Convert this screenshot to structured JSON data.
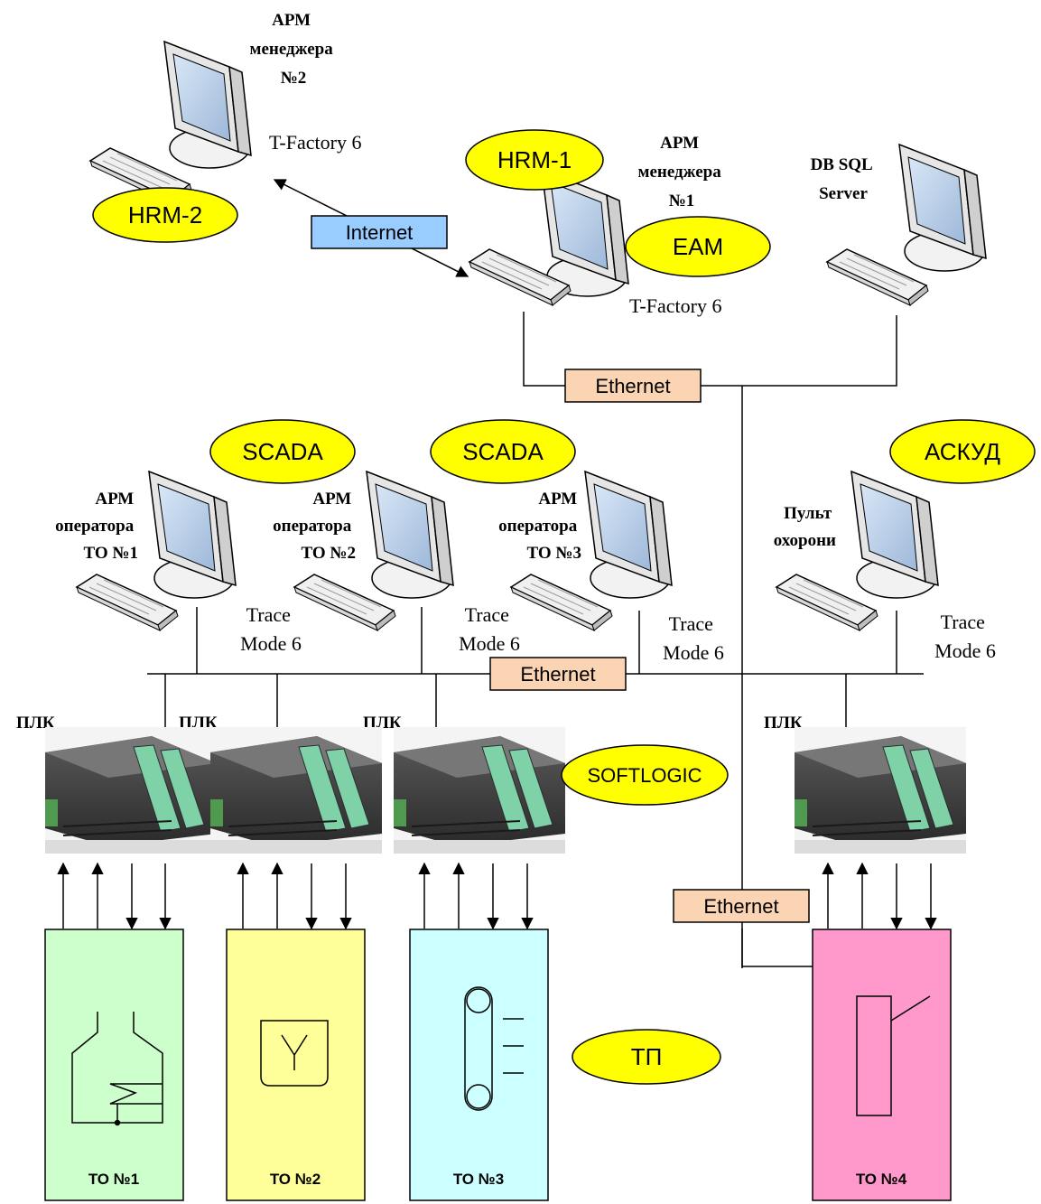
{
  "colors": {
    "ellipse_fill": "#ffff00",
    "internet_box": "#99ccff",
    "ethernet_box": "#fbd4b4",
    "to1_fill": "#ccffcc",
    "to2_fill": "#ffff99",
    "to3_fill": "#ccffff",
    "to4_fill": "#ff99cc"
  },
  "top": {
    "arm2_title": [
      "АРМ",
      "менеджера",
      "№2"
    ],
    "arm2_software": "T-Factory 6",
    "hrm2": "HRM-2",
    "internet": "Internet",
    "hrm1": "HRM-1",
    "arm1_title": [
      "АРМ",
      "менеджера",
      "№1"
    ],
    "eam": "EAM",
    "arm1_software": "T-Factory 6",
    "db_title": [
      "DB SQL",
      "Server"
    ],
    "ethernet_upper": "Ethernet"
  },
  "middle": {
    "scada1": "SCADA",
    "scada2": "SCADA",
    "askud": "АСКУД",
    "op1_title": [
      "АРМ",
      "оператора",
      "ТО №1"
    ],
    "op2_title": [
      "АРМ",
      "оператора",
      "ТО №2"
    ],
    "op3_title": [
      "АРМ",
      "оператора",
      "ТО №3"
    ],
    "guard_title": [
      "Пульт",
      "охорони"
    ],
    "trace_mode": [
      "Trace",
      "Mode 6"
    ],
    "ethernet_middle": "Ethernet"
  },
  "plc": {
    "label": "ПЛК",
    "softlogic": "SOFTLOGIC"
  },
  "bottom": {
    "to1": "ТО №1",
    "to2": "ТО №2",
    "to3": "ТО №3",
    "to4": "ТО №4",
    "tp": "ТП",
    "ethernet_lower": "Ethernet"
  }
}
